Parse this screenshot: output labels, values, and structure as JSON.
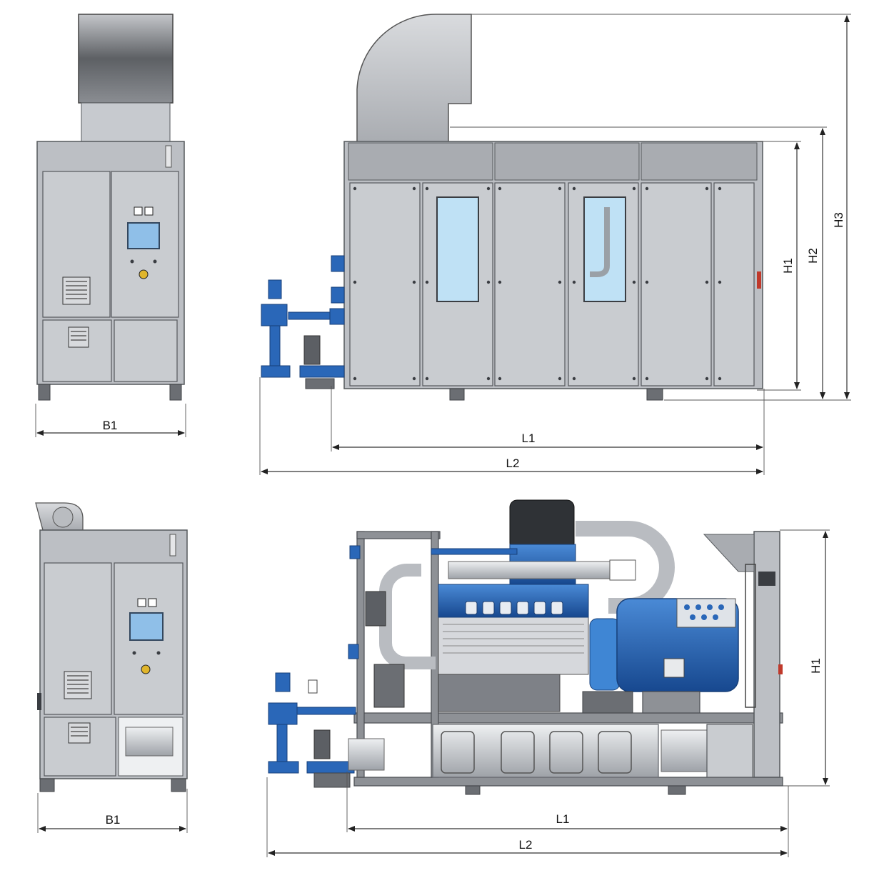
{
  "dimensions": {
    "top_front": {
      "width": "B1"
    },
    "top_side": {
      "length_inner": "L1",
      "length_overall": "L2",
      "height_1": "H1",
      "height_2": "H2",
      "height_3": "H3"
    },
    "bottom_front": {
      "width": "B1"
    },
    "bottom_side": {
      "length_inner": "L1",
      "length_overall": "L2",
      "height_1": "H1"
    }
  },
  "colors": {
    "enclosure": "#bcbfc4",
    "frame": "#8e9196",
    "pipework": "#2a67b8",
    "screen": "#8fbfe8",
    "window": "#bfe1f5"
  }
}
